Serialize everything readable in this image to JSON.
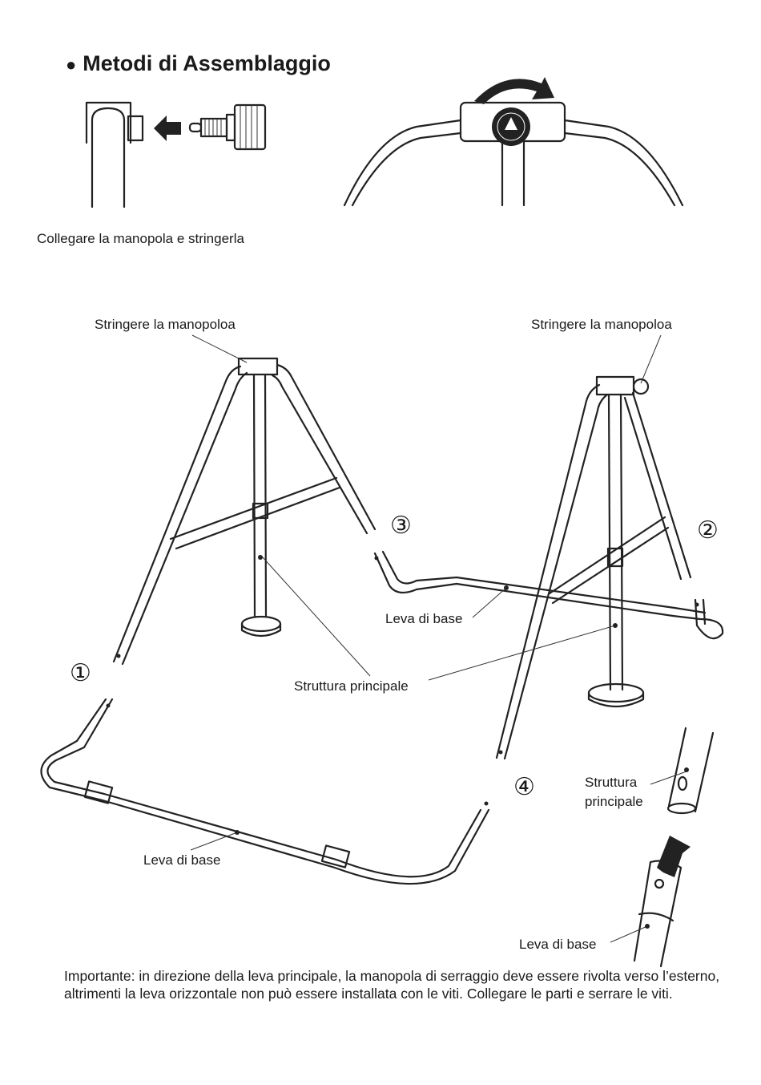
{
  "header": {
    "bullet": "●",
    "title": "Metodi di Assemblaggio",
    "step_caption": "Collegare la manopola e stringerla"
  },
  "labels": {
    "tighten_left": "Stringere la manopoloa",
    "tighten_right": "Stringere la manopoloa",
    "base_bar_right": "Leva di base",
    "main_frame": "Struttura principale",
    "base_bar_bottom": "Leva di base",
    "detail_main_frame_line1": "Struttura",
    "detail_main_frame_line2": "principale",
    "detail_base_bar": "Leva di base"
  },
  "steps": {
    "one": "①",
    "two": "②",
    "three": "③",
    "four": "④"
  },
  "note": "Importante: in direzione della leva principale, la manopola di serraggio deve essere rivolta verso l’esterno, altrimenti la leva orizzontale non può essere installata con le viti. Collegare le parti e serrare le viti."
}
